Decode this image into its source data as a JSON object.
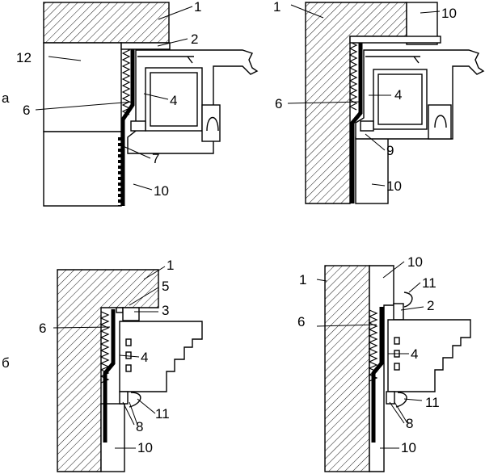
{
  "panel_labels": {
    "top_row": "а",
    "bottom_row": "б"
  },
  "callouts": {
    "tl": {
      "wall": "1",
      "seal_top": "2",
      "foam": "4",
      "membrane": "6",
      "tape": "7",
      "slope": "10",
      "opening": "12"
    },
    "tr": {
      "wall": "1",
      "slope_top": "10",
      "foam": "4",
      "membrane": "6",
      "seal": "9",
      "slope": "10"
    },
    "bl": {
      "wall": "1",
      "seal_5": "5",
      "tape_3": "3",
      "membrane": "6",
      "foam": "4",
      "corner_11": "11",
      "tape_8": "8",
      "slope": "10"
    },
    "br": {
      "wall": "1",
      "slope_top": "10",
      "corner_11_top": "11",
      "seal_2": "2",
      "membrane": "6",
      "foam": "4",
      "corner_11": "11",
      "tape_8": "8",
      "slope": "10"
    }
  }
}
